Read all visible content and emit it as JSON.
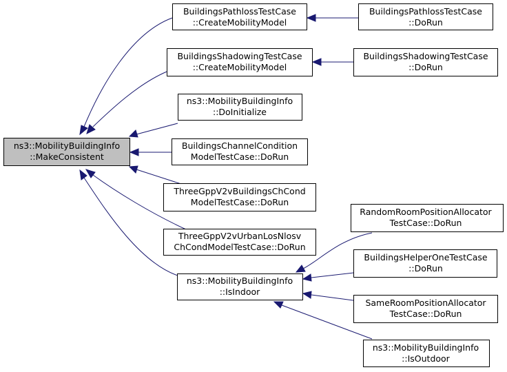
{
  "nodes": {
    "make_consistent": [
      "ns3::MobilityBuildingInfo",
      "::MakeConsistent"
    ],
    "pathloss_cmm": [
      "BuildingsPathlossTestCase",
      "::CreateMobilityModel"
    ],
    "pathloss_dorun": [
      "BuildingsPathlossTestCase",
      "::DoRun"
    ],
    "shadowing_cmm": [
      "BuildingsShadowingTestCase",
      "::CreateMobilityModel"
    ],
    "shadowing_dorun": [
      "BuildingsShadowingTestCase",
      "::DoRun"
    ],
    "do_initialize": [
      "ns3::MobilityBuildingInfo",
      "::DoInitialize"
    ],
    "channel_condition": [
      "BuildingsChannelCondition",
      "ModelTestCase::DoRun"
    ],
    "v2v_buildings": [
      "ThreeGppV2vBuildingsChCond",
      "ModelTestCase::DoRun"
    ],
    "v2v_urban": [
      "ThreeGppV2vUrbanLosNlosv",
      "ChCondModelTestCase::DoRun"
    ],
    "is_indoor": [
      "ns3::MobilityBuildingInfo",
      "::IsIndoor"
    ],
    "random_room": [
      "RandomRoomPositionAllocator",
      "TestCase::DoRun"
    ],
    "helper_one": [
      "BuildingsHelperOneTestCase",
      "::DoRun"
    ],
    "same_room": [
      "SameRoomPositionAllocator",
      "TestCase::DoRun"
    ],
    "is_outdoor": [
      "ns3::MobilityBuildingInfo",
      "::IsOutdoor"
    ]
  }
}
